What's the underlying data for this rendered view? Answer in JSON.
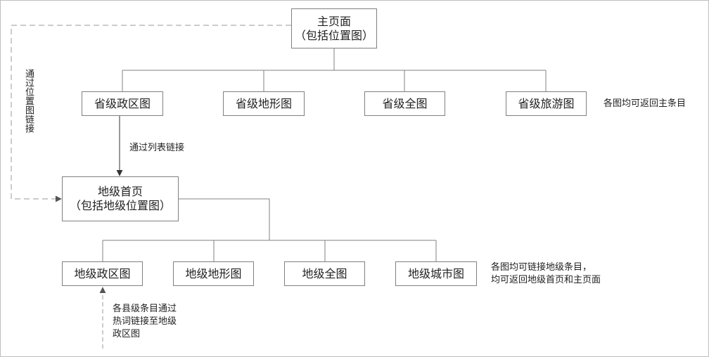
{
  "main": {
    "title": "主页面",
    "subtitle": "（包括位置图）"
  },
  "province": {
    "boxes": [
      "省级政区图",
      "省级地形图",
      "省级全图",
      "省级旅游图"
    ],
    "note": "各图均可返回主条目"
  },
  "links": {
    "list": "通过列表链接",
    "location_map": "通过位置图链接",
    "hot_words": [
      "各县级条目通过",
      "热词链接至地级",
      "政区图"
    ]
  },
  "prefecture_home": {
    "title": "地级首页",
    "subtitle": "（包括地级位置图）"
  },
  "prefecture": {
    "boxes": [
      "地级政区图",
      "地级地形图",
      "地级全图",
      "地级城市图"
    ],
    "note": [
      "各图均可链接地级条目，",
      "均可返回地级首页和主页面"
    ]
  },
  "colors": {
    "line": "#808080",
    "dashed": "#9a9a9a",
    "arrow": "#333333",
    "text": "#222222"
  }
}
